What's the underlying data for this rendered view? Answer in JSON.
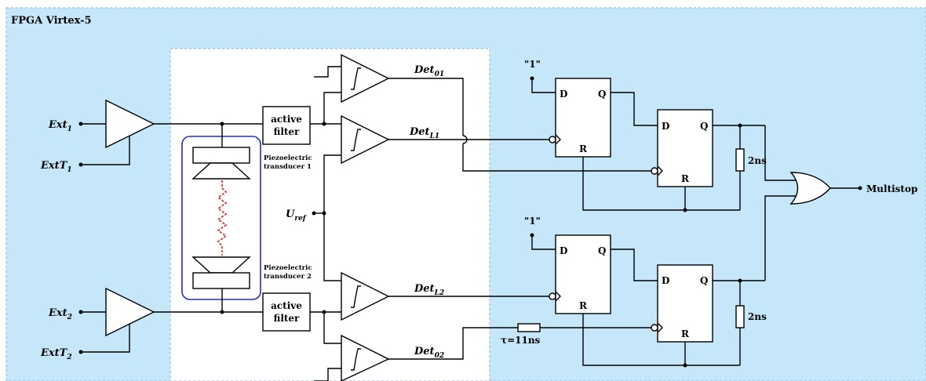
{
  "title": "FPGA Virtex-5",
  "colors": {
    "fpga_region": "#c6e6fa",
    "region_border": "#8cc2e8",
    "inner_region": "#ffffff",
    "transducer_frame": "#1f2cd6",
    "acoustic_path": "#ee1111"
  },
  "inputs": {
    "ext1": {
      "base": "Ext",
      "sub": "1"
    },
    "extT1": {
      "base": "ExtT",
      "sub": "1"
    },
    "ext2": {
      "base": "Ext",
      "sub": "2"
    },
    "extT2": {
      "base": "ExtT",
      "sub": "2"
    },
    "uref": {
      "base": "U",
      "sub": "ref"
    }
  },
  "filters": {
    "filter1": {
      "line1": "active",
      "line2": "filter"
    },
    "filter2": {
      "line1": "active",
      "line2": "filter"
    }
  },
  "transducers": {
    "t1": {
      "line1": "Piezoelectric",
      "line2": "transducer 1"
    },
    "t2": {
      "line1": "Piezoelectric",
      "line2": "transducer 2"
    }
  },
  "detectors": {
    "det01": {
      "base": "Det",
      "sub": "01"
    },
    "detL1": {
      "base": "Det",
      "sub": "L1"
    },
    "detL2": {
      "base": "Det",
      "sub": "L2"
    },
    "det02": {
      "base": "Det",
      "sub": "02"
    }
  },
  "flipflop": {
    "d": "D",
    "q": "Q",
    "r": "R",
    "one": "\"1\""
  },
  "delays": {
    "rc1": "2ns",
    "rc2": "2ns",
    "tau": "τ=11ns"
  },
  "output": "Multistop"
}
